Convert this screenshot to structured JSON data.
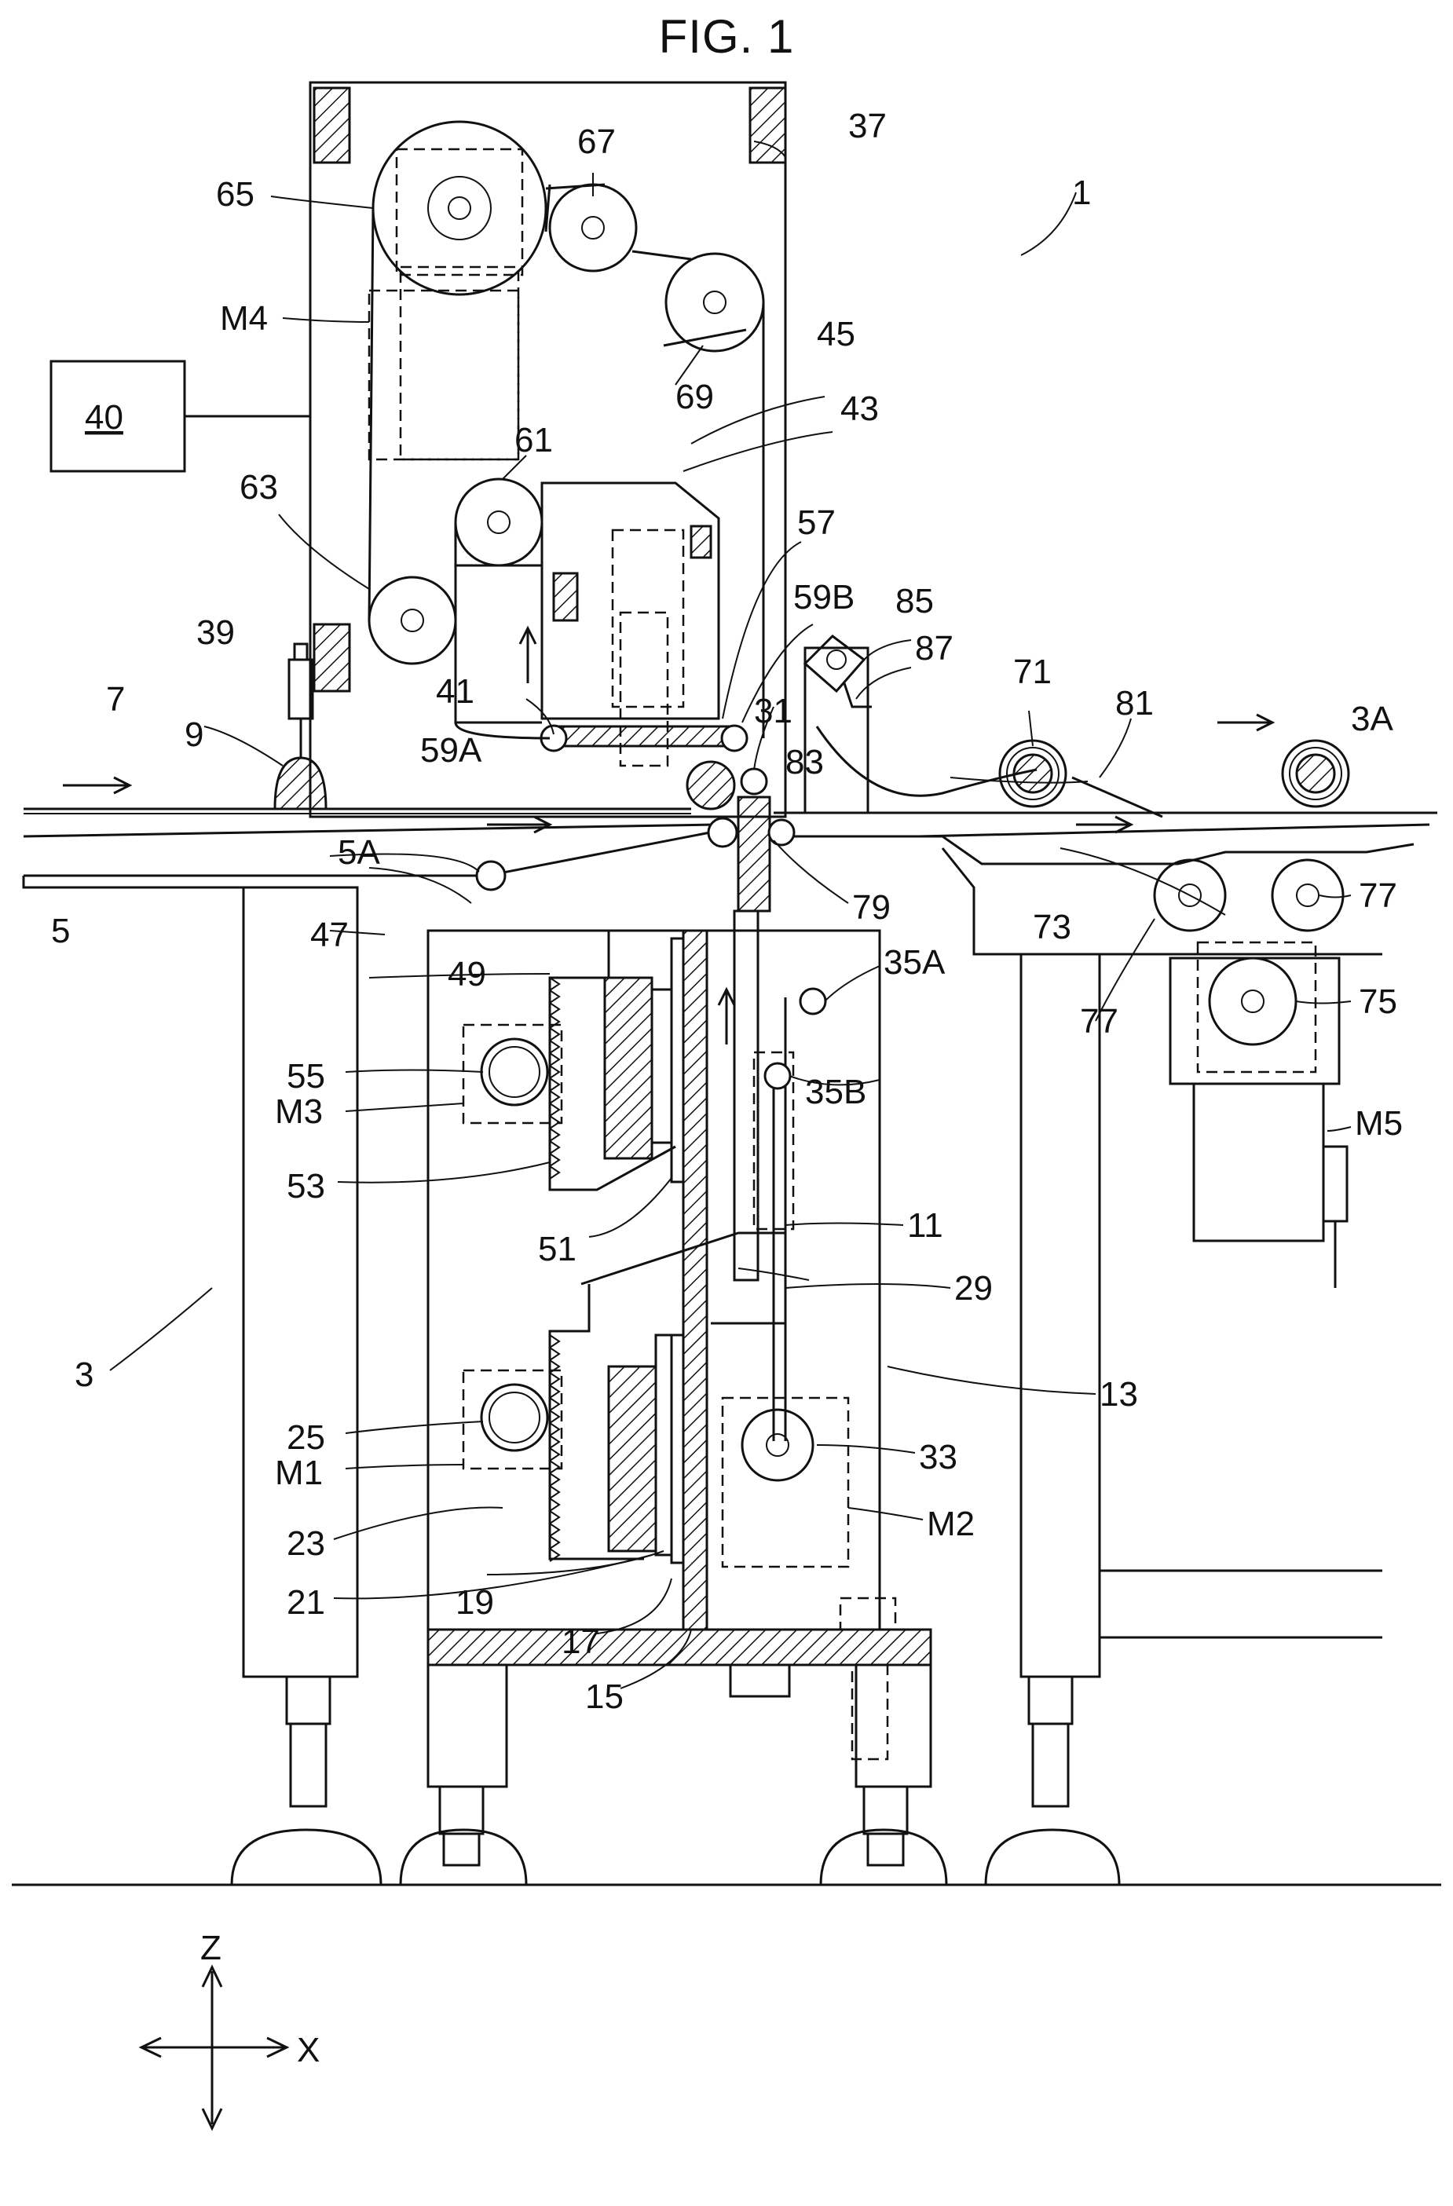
{
  "figure": {
    "title": "FIG. 1"
  },
  "labels": {
    "l1": "1",
    "l3": "3",
    "l3A": "3A",
    "l5": "5",
    "l5A": "5A",
    "l7": "7",
    "l9": "9",
    "l11": "11",
    "l13": "13",
    "l15": "15",
    "l17": "17",
    "l19": "19",
    "l21": "21",
    "l23": "23",
    "l25": "25",
    "l29": "29",
    "l31": "31",
    "l33": "33",
    "l35A": "35A",
    "l35B": "35B",
    "l37": "37",
    "l39": "39",
    "l40": "40",
    "l41": "41",
    "l43": "43",
    "l45": "45",
    "l47": "47",
    "l49": "49",
    "l51": "51",
    "l53": "53",
    "l55": "55",
    "l57": "57",
    "l59A": "59A",
    "l59B": "59B",
    "l61": "61",
    "l63": "63",
    "l65": "65",
    "l67": "67",
    "l69": "69",
    "l71": "71",
    "l73": "73",
    "l75": "75",
    "l77a": "77",
    "l77b": "77",
    "l79": "79",
    "l81": "81",
    "l83": "83",
    "l85": "85",
    "l87": "87",
    "lM1": "M1",
    "lM2": "M2",
    "lM3": "M3",
    "lM4": "M4",
    "lM5": "M5"
  },
  "axes": {
    "z": "Z",
    "x": "X"
  }
}
